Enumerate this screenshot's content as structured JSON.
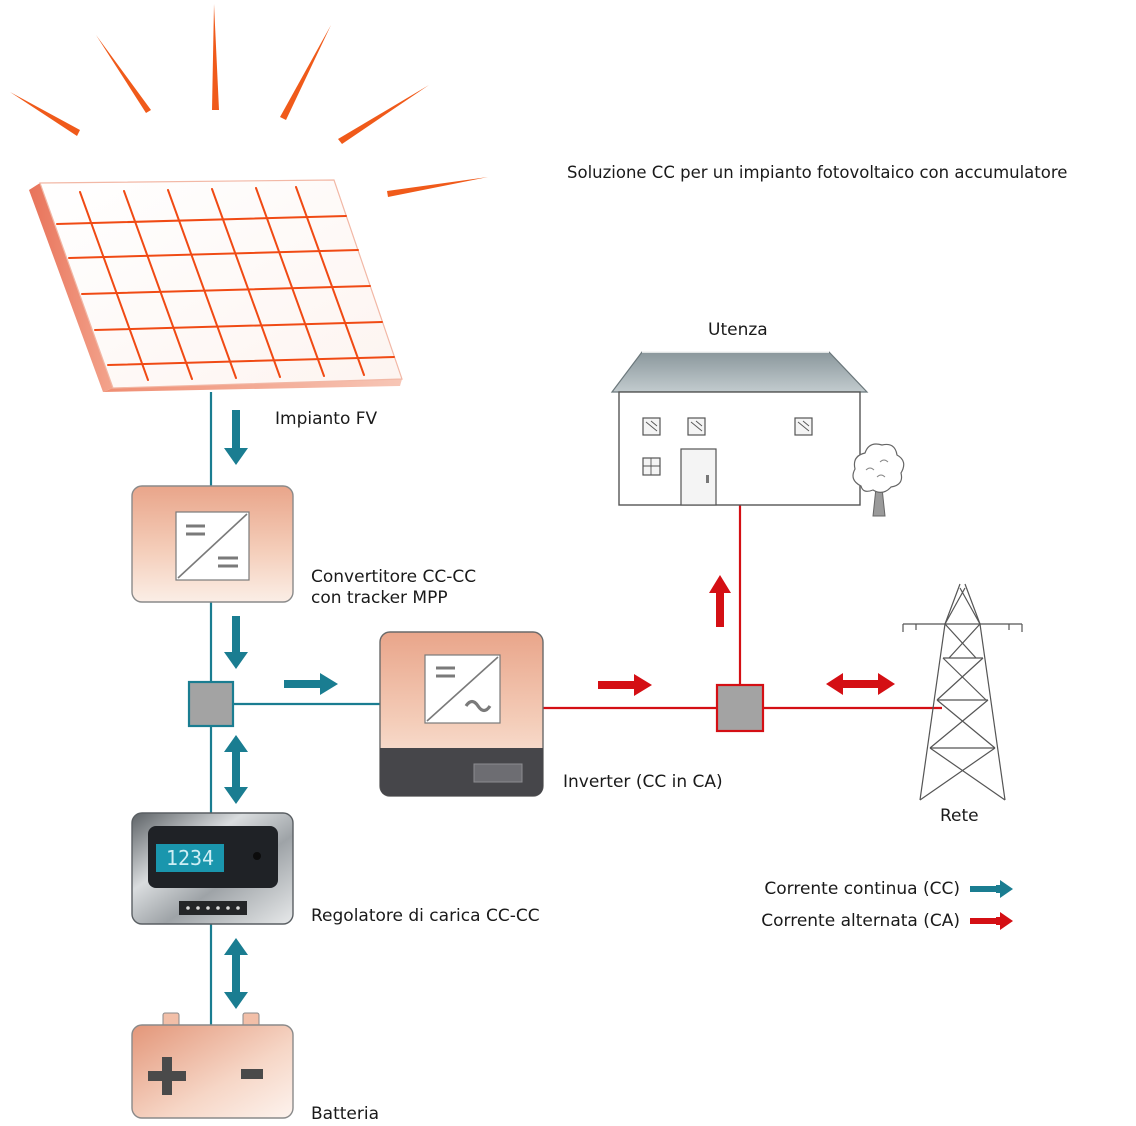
{
  "diagram_title": "Soluzione CC per un impianto fotovoltaico con accumulatore",
  "components": {
    "pv_array": "Impianto FV",
    "dc_dc_converter": [
      "Convertitore CC-CC",
      "con tracker MPP"
    ],
    "inverter": "Inverter (CC in CA)",
    "charge_regulator": "Regolatore di carica CC-CC",
    "battery": "Batteria",
    "consumer": "Utenza",
    "grid": "Rete"
  },
  "regulator_display": "1234",
  "battery_terminals": {
    "positive": "+",
    "negative": "-"
  },
  "legend": [
    {
      "label": "Corrente continua (CC)",
      "color": "#1a7d91"
    },
    {
      "label": "Corrente alternata (CA)",
      "color": "#d40f14"
    }
  ],
  "colors": {
    "dc_line": "#1a7d91",
    "ac_line": "#d40f14",
    "sun_rays": "#f05a1a",
    "panel_grid": "#f04a14"
  },
  "flows": [
    {
      "from": "pv_array",
      "to": "dc_dc_converter",
      "type": "dc",
      "direction": "one-way"
    },
    {
      "from": "dc_dc_converter",
      "to": "junction_dc",
      "type": "dc",
      "direction": "one-way"
    },
    {
      "from": "junction_dc",
      "to": "inverter",
      "type": "dc",
      "direction": "one-way"
    },
    {
      "from": "junction_dc",
      "to": "charge_regulator",
      "type": "dc",
      "direction": "two-way"
    },
    {
      "from": "charge_regulator",
      "to": "battery",
      "type": "dc",
      "direction": "two-way"
    },
    {
      "from": "inverter",
      "to": "junction_ac",
      "type": "ac",
      "direction": "one-way"
    },
    {
      "from": "junction_ac",
      "to": "consumer",
      "type": "ac",
      "direction": "one-way"
    },
    {
      "from": "junction_ac",
      "to": "grid",
      "type": "ac",
      "direction": "two-way"
    }
  ]
}
